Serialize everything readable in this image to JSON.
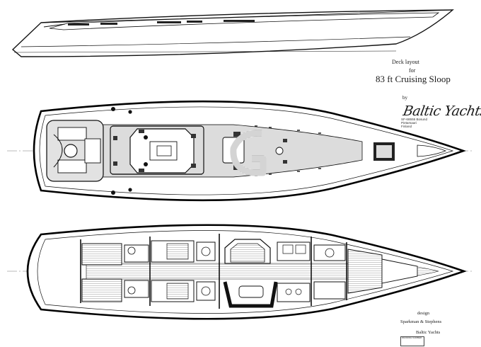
{
  "drawing": {
    "caption_line1": "Deck layout",
    "caption_line2": "for",
    "title": "83 ft Cruising Sloop",
    "by_label": "by",
    "builder_logo": "Baltic Yachts",
    "builder_address": [
      "SF-68555 Bosund",
      "Pietarsaari",
      "Finland"
    ],
    "design_label": "design",
    "designer": "Sparkman & Stephens",
    "builder_footer": "Baltic Yachts",
    "stamp_lines": [
      "DRAWING NUMBER",
      "",
      ""
    ],
    "signature": ""
  },
  "views": [
    {
      "name": "profile",
      "label": ""
    },
    {
      "name": "deck-plan",
      "label": ""
    },
    {
      "name": "interior-plan",
      "label": ""
    }
  ],
  "colors": {
    "ink": "#111111",
    "deck_hatch": "#9a9a9a",
    "fill_dark": "#333333",
    "watermark": "#d4d4d4"
  }
}
